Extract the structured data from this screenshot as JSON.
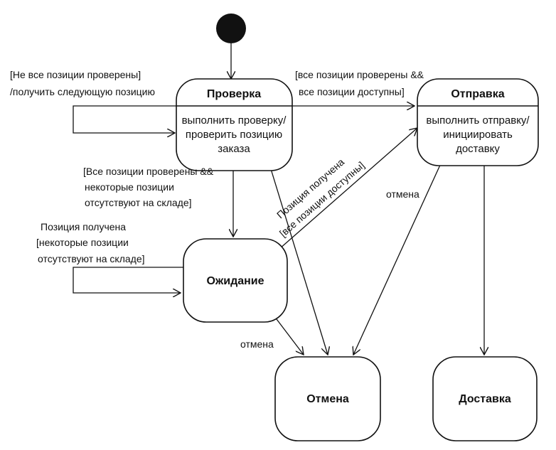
{
  "states": {
    "check": {
      "name": "Проверка",
      "activity": [
        "выполнить проверку/",
        "проверить позицию",
        "заказа"
      ]
    },
    "ship": {
      "name": "Отправка",
      "activity": [
        "выполнить отправку/",
        "инициировать",
        "доставку"
      ]
    },
    "wait": {
      "name": "Ожидание"
    },
    "cancel": {
      "name": "Отмена"
    },
    "delivery": {
      "name": "Доставка"
    }
  },
  "transitions": {
    "check_self": [
      "[Не все позиции проверены]",
      "/получить следующую позицию"
    ],
    "check_to_ship": [
      "[все позиции проверены &&",
      "все позиции доступны]"
    ],
    "check_to_wait": [
      "[Все позиции проверены &&",
      "некоторые позиции",
      "отсутствуют на складе]"
    ],
    "wait_self": [
      "Позиция получена",
      "[некоторые позиции",
      "отсутствуют на складе]"
    ],
    "wait_to_ship": [
      "Позиция получена",
      "[все позиции доступны]"
    ],
    "ship_cancel": "отмена",
    "wait_cancel": "отмена"
  }
}
